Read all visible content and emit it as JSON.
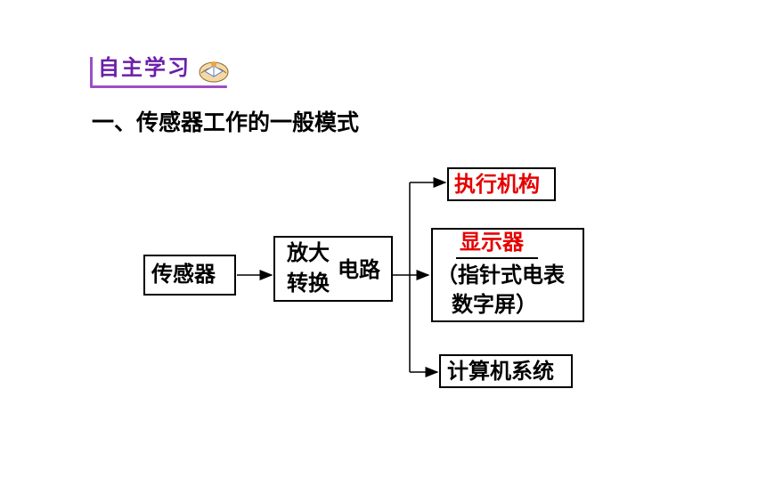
{
  "header": {
    "title": "自主学习",
    "icon": "book-icon"
  },
  "section": {
    "heading": "一、传感器工作的一般模式"
  },
  "diagram": {
    "sensor": "传感器",
    "circuit": {
      "line1": "放大",
      "line2": "转换",
      "side": "电路"
    },
    "outputs": {
      "actuator": "执行机构",
      "display": {
        "title": "显示器",
        "line1": "（指针式电表",
        "line2": "数字屏）"
      },
      "computer": "计算机系统"
    }
  },
  "colors": {
    "accent": "#6b1fa8",
    "highlight": "#e60000",
    "line": "#000000"
  }
}
